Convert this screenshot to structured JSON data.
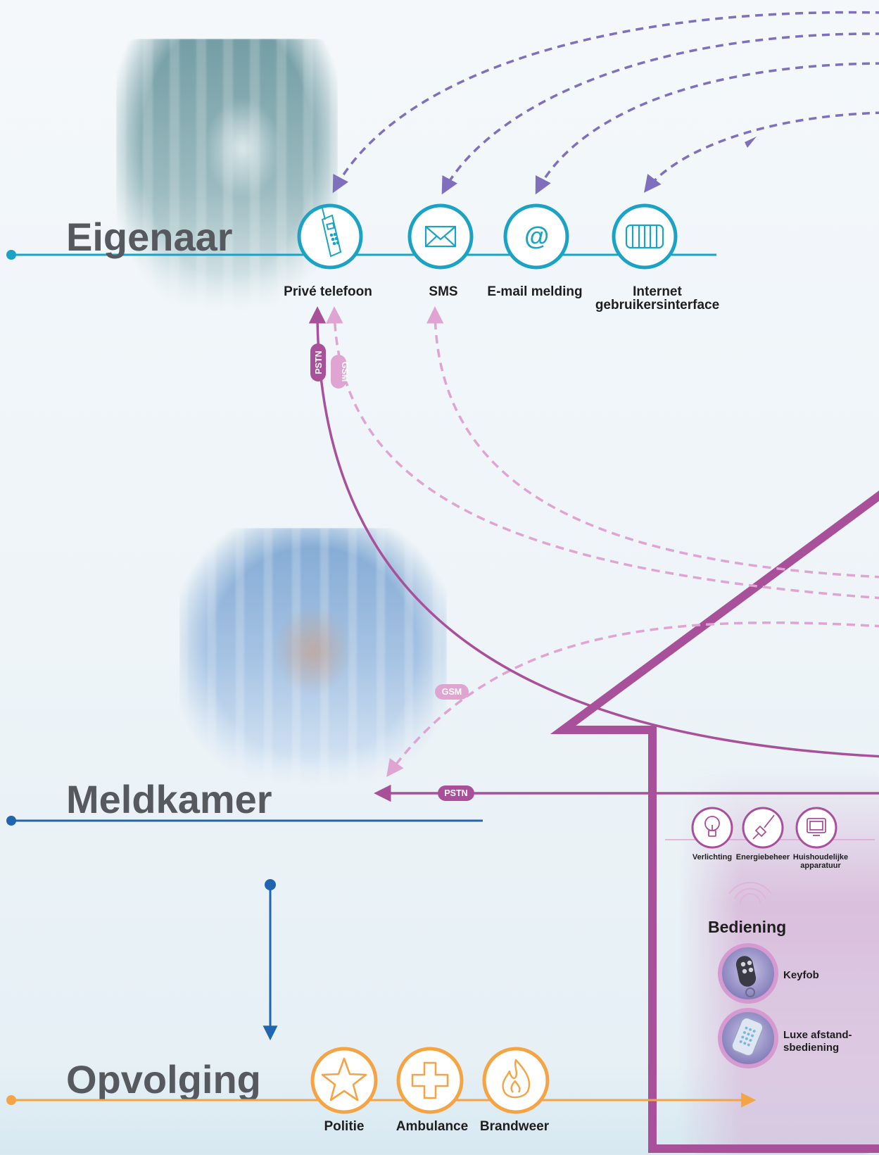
{
  "colors": {
    "owner_cyan": "#1aa3c4",
    "monitoring_blue": "#1f65b0",
    "followup_orange": "#f4a444",
    "house_magenta": "#a9509b",
    "wireless_pink": "#e0a4d2",
    "internet_purple": "#7f6fbd",
    "title_gray": "#565a5e"
  },
  "owner": {
    "title": "Eigenaar",
    "channels": [
      {
        "label": "Privé telefoon",
        "icon": "mobile-phone-icon"
      },
      {
        "label": "SMS",
        "icon": "envelope-icon"
      },
      {
        "label": "E-mail melding",
        "icon": "at-sign-icon"
      },
      {
        "label": "Internet",
        "label_line2": "gebruikersinterface",
        "icon": "browser-window-icon"
      }
    ]
  },
  "monitoring": {
    "title": "Meldkamer"
  },
  "followup": {
    "title": "Opvolging",
    "services": [
      {
        "label": "Politie",
        "icon": "star-icon"
      },
      {
        "label": "Ambulance",
        "icon": "medical-cross-icon"
      },
      {
        "label": "Brandweer",
        "icon": "flame-icon"
      }
    ]
  },
  "links": {
    "pstn": "PSTN",
    "gsm": "GSM"
  },
  "house": {
    "devices": [
      {
        "label": "Verlichting",
        "icon": "light-bulb-icon"
      },
      {
        "label": "Energiebeheer",
        "icon": "power-plug-icon"
      },
      {
        "label": "Huishoudelijke",
        "label_line2": "apparatuur",
        "icon": "monitor-icon"
      }
    ],
    "controls_title": "Bediening",
    "controls": [
      {
        "label": "Keyfob",
        "icon": "keyfob-icon"
      },
      {
        "label": "Luxe afstand-",
        "label_line2": "sbediening",
        "icon": "remote-keypad-icon"
      }
    ]
  }
}
